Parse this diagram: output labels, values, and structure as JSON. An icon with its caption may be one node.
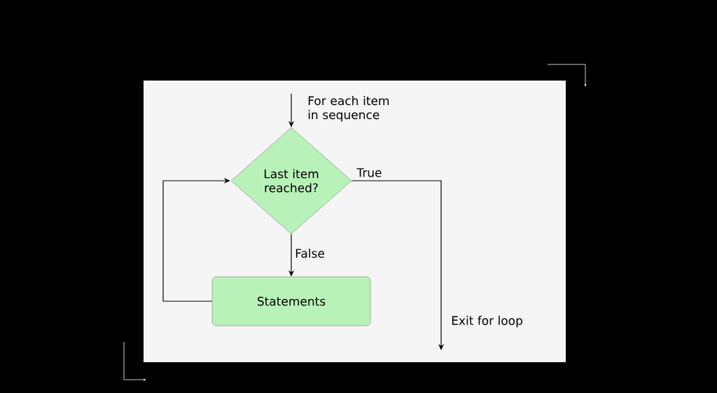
{
  "diagram": {
    "nodes": [
      {
        "text": [
          "Last item reached?"
        ]
      },
      {
        "text": [
          "Statements"
        ]
      }
    ],
    "edges": [
      {
        "from": null,
        "to": 0,
        "arrow": "to",
        "label": "For each item in sequence"
      },
      {
        "from": 0,
        "to": 1,
        "arrow": "to",
        "label": "False"
      },
      {
        "from": 1,
        "to": 0,
        "arrow": "to"
      },
      {
        "from": 0,
        "to": null,
        "arrow": "to",
        "label": "True"
      }
    ],
    "labels": [
      "Exit for loop"
    ]
  }
}
